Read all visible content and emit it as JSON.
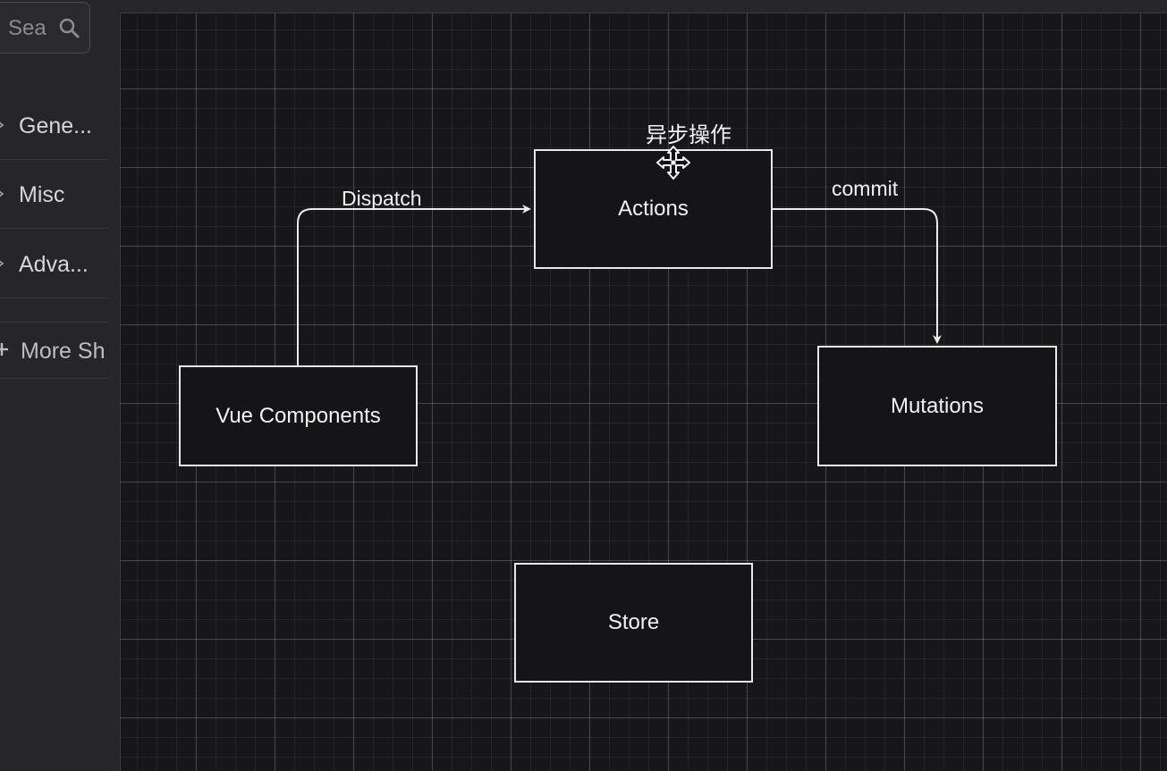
{
  "sidebar": {
    "search": {
      "placeholder": "Sea",
      "icon": "search-icon"
    },
    "sections": [
      {
        "label": "Gene..."
      },
      {
        "label": "Misc"
      },
      {
        "label": "Adva..."
      }
    ],
    "more_shapes_label": "More Sh"
  },
  "diagram": {
    "nodes": {
      "actions": "Actions",
      "vue_components": "Vue Components",
      "mutations": "Mutations",
      "store": "Store"
    },
    "edges": {
      "dispatch": "Dispatch",
      "commit": "commit"
    },
    "actions_annotation": "异步操作"
  },
  "colors": {
    "canvas_bg": "#17171a",
    "stroke": "#e8e8ea",
    "sidebar_bg": "#26262a"
  }
}
